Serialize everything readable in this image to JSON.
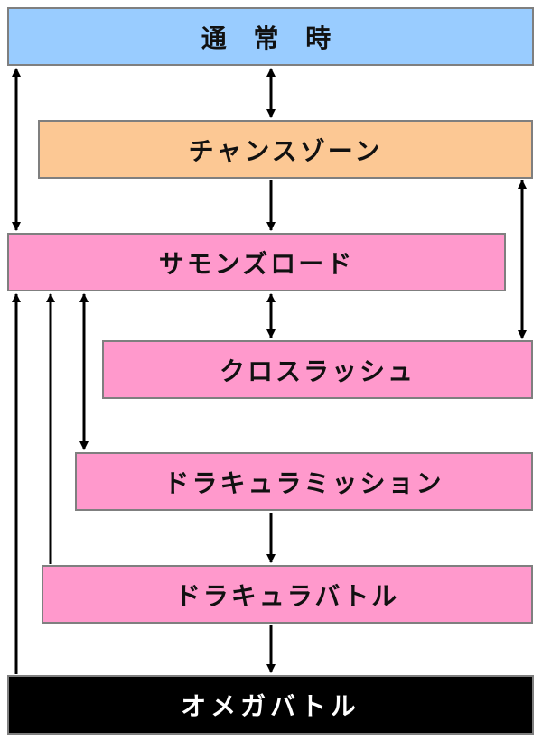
{
  "nodes": [
    {
      "id": "n-normal",
      "label": "通 常 時",
      "fill": "#99ccff",
      "text_color": "#111111"
    },
    {
      "id": "n-chance",
      "label": "チャンスゾーン",
      "fill": "#fcc894",
      "text_color": "#111111"
    },
    {
      "id": "n-summons",
      "label": "サモンズロード",
      "fill": "#ff99cc",
      "text_color": "#111111"
    },
    {
      "id": "n-cross",
      "label": "クロスラッシュ",
      "fill": "#ff99cc",
      "text_color": "#111111"
    },
    {
      "id": "n-mission",
      "label": "ドラキュラミッション",
      "fill": "#ff99cc",
      "text_color": "#111111"
    },
    {
      "id": "n-battle",
      "label": "ドラキュラバトル",
      "fill": "#ff99cc",
      "text_color": "#111111"
    },
    {
      "id": "n-omega",
      "label": "オメガバトル",
      "fill": "#000000",
      "text_color": "#ffffff"
    }
  ],
  "edges": [
    {
      "from": "n-normal",
      "to": "n-chance",
      "direction": "both"
    },
    {
      "from": "n-normal",
      "to": "n-summons",
      "direction": "both"
    },
    {
      "from": "n-chance",
      "to": "n-summons",
      "direction": "forward"
    },
    {
      "from": "n-chance",
      "to": "n-cross",
      "direction": "both"
    },
    {
      "from": "n-summons",
      "to": "n-cross",
      "direction": "both"
    },
    {
      "from": "n-summons",
      "to": "n-mission",
      "direction": "both"
    },
    {
      "from": "n-mission",
      "to": "n-battle",
      "direction": "forward"
    },
    {
      "from": "n-battle",
      "to": "n-summons",
      "direction": "forward"
    },
    {
      "from": "n-battle",
      "to": "n-omega",
      "direction": "forward"
    },
    {
      "from": "n-omega",
      "to": "n-summons",
      "direction": "forward"
    }
  ],
  "colors": {
    "box_border": "#7f7f7f",
    "arrow": "#000000"
  }
}
